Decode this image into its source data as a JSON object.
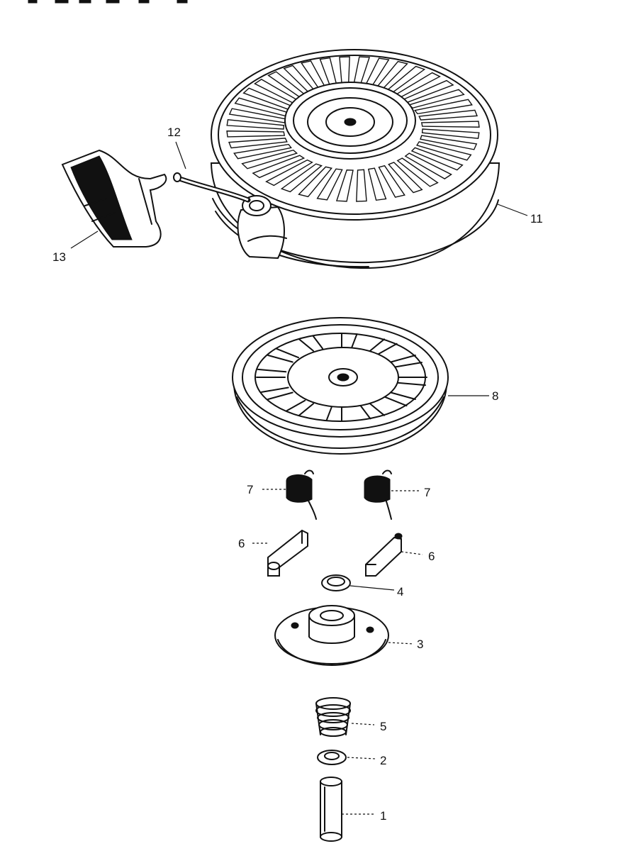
{
  "diagram": {
    "parts": [
      {
        "id": "part-1",
        "label": "1",
        "description": "pin"
      },
      {
        "id": "part-2",
        "label": "2",
        "description": "washer"
      },
      {
        "id": "part-3",
        "label": "3",
        "description": "retainer plate"
      },
      {
        "id": "part-4",
        "label": "4",
        "description": "washer"
      },
      {
        "id": "part-5",
        "label": "5",
        "description": "spring"
      },
      {
        "id": "part-6a",
        "label": "6",
        "description": "pawl"
      },
      {
        "id": "part-6b",
        "label": "6",
        "description": "pawl"
      },
      {
        "id": "part-7a",
        "label": "7",
        "description": "pawl spring"
      },
      {
        "id": "part-7b",
        "label": "7",
        "description": "pawl spring"
      },
      {
        "id": "part-8",
        "label": "8",
        "description": "pulley"
      },
      {
        "id": "part-11",
        "label": "11",
        "description": "starter housing"
      },
      {
        "id": "part-12",
        "label": "12",
        "description": "rope"
      },
      {
        "id": "part-13",
        "label": "13",
        "description": "handle"
      }
    ],
    "colors": {
      "ink": "#111111",
      "paper": "#ffffff"
    }
  }
}
